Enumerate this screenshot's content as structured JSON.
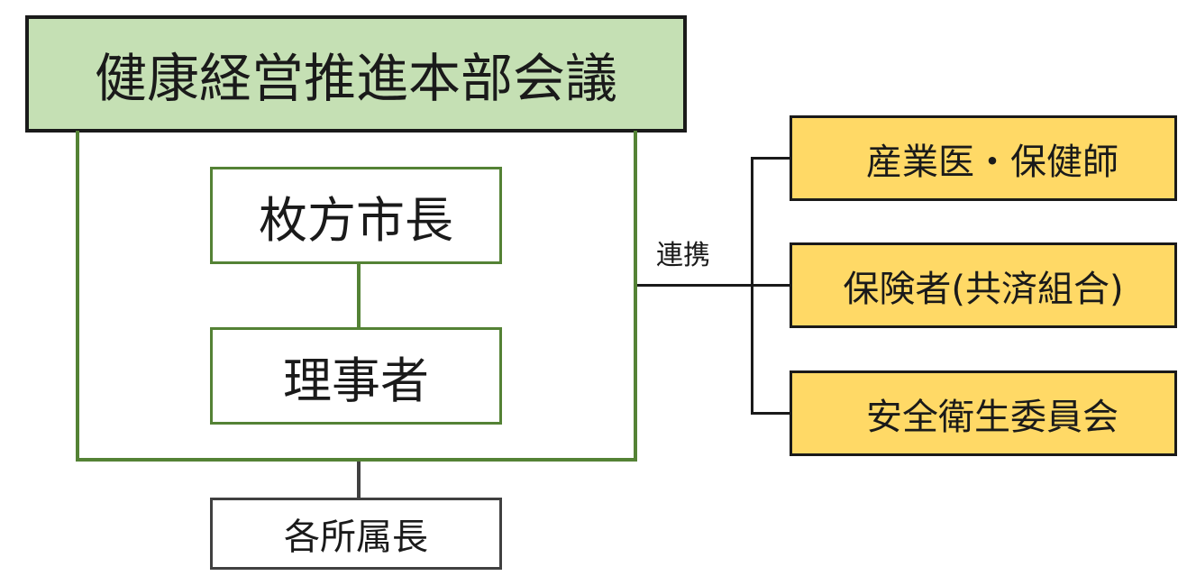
{
  "headquarters": {
    "label": "健康経営推進本部会議"
  },
  "mayor": {
    "label": "枚方市長"
  },
  "director": {
    "label": "理事者"
  },
  "department_heads": {
    "label": "各所属長"
  },
  "connection": {
    "label": "連携"
  },
  "partners": [
    {
      "label": "産業医・保健師"
    },
    {
      "label": "保険者(共済組合)"
    },
    {
      "label": "安全衛生委員会"
    }
  ],
  "colors": {
    "headquarters_fill": "#c5e0b4",
    "frame_green": "#548235",
    "partner_fill": "#ffd966",
    "line": "#1a1a1a"
  }
}
